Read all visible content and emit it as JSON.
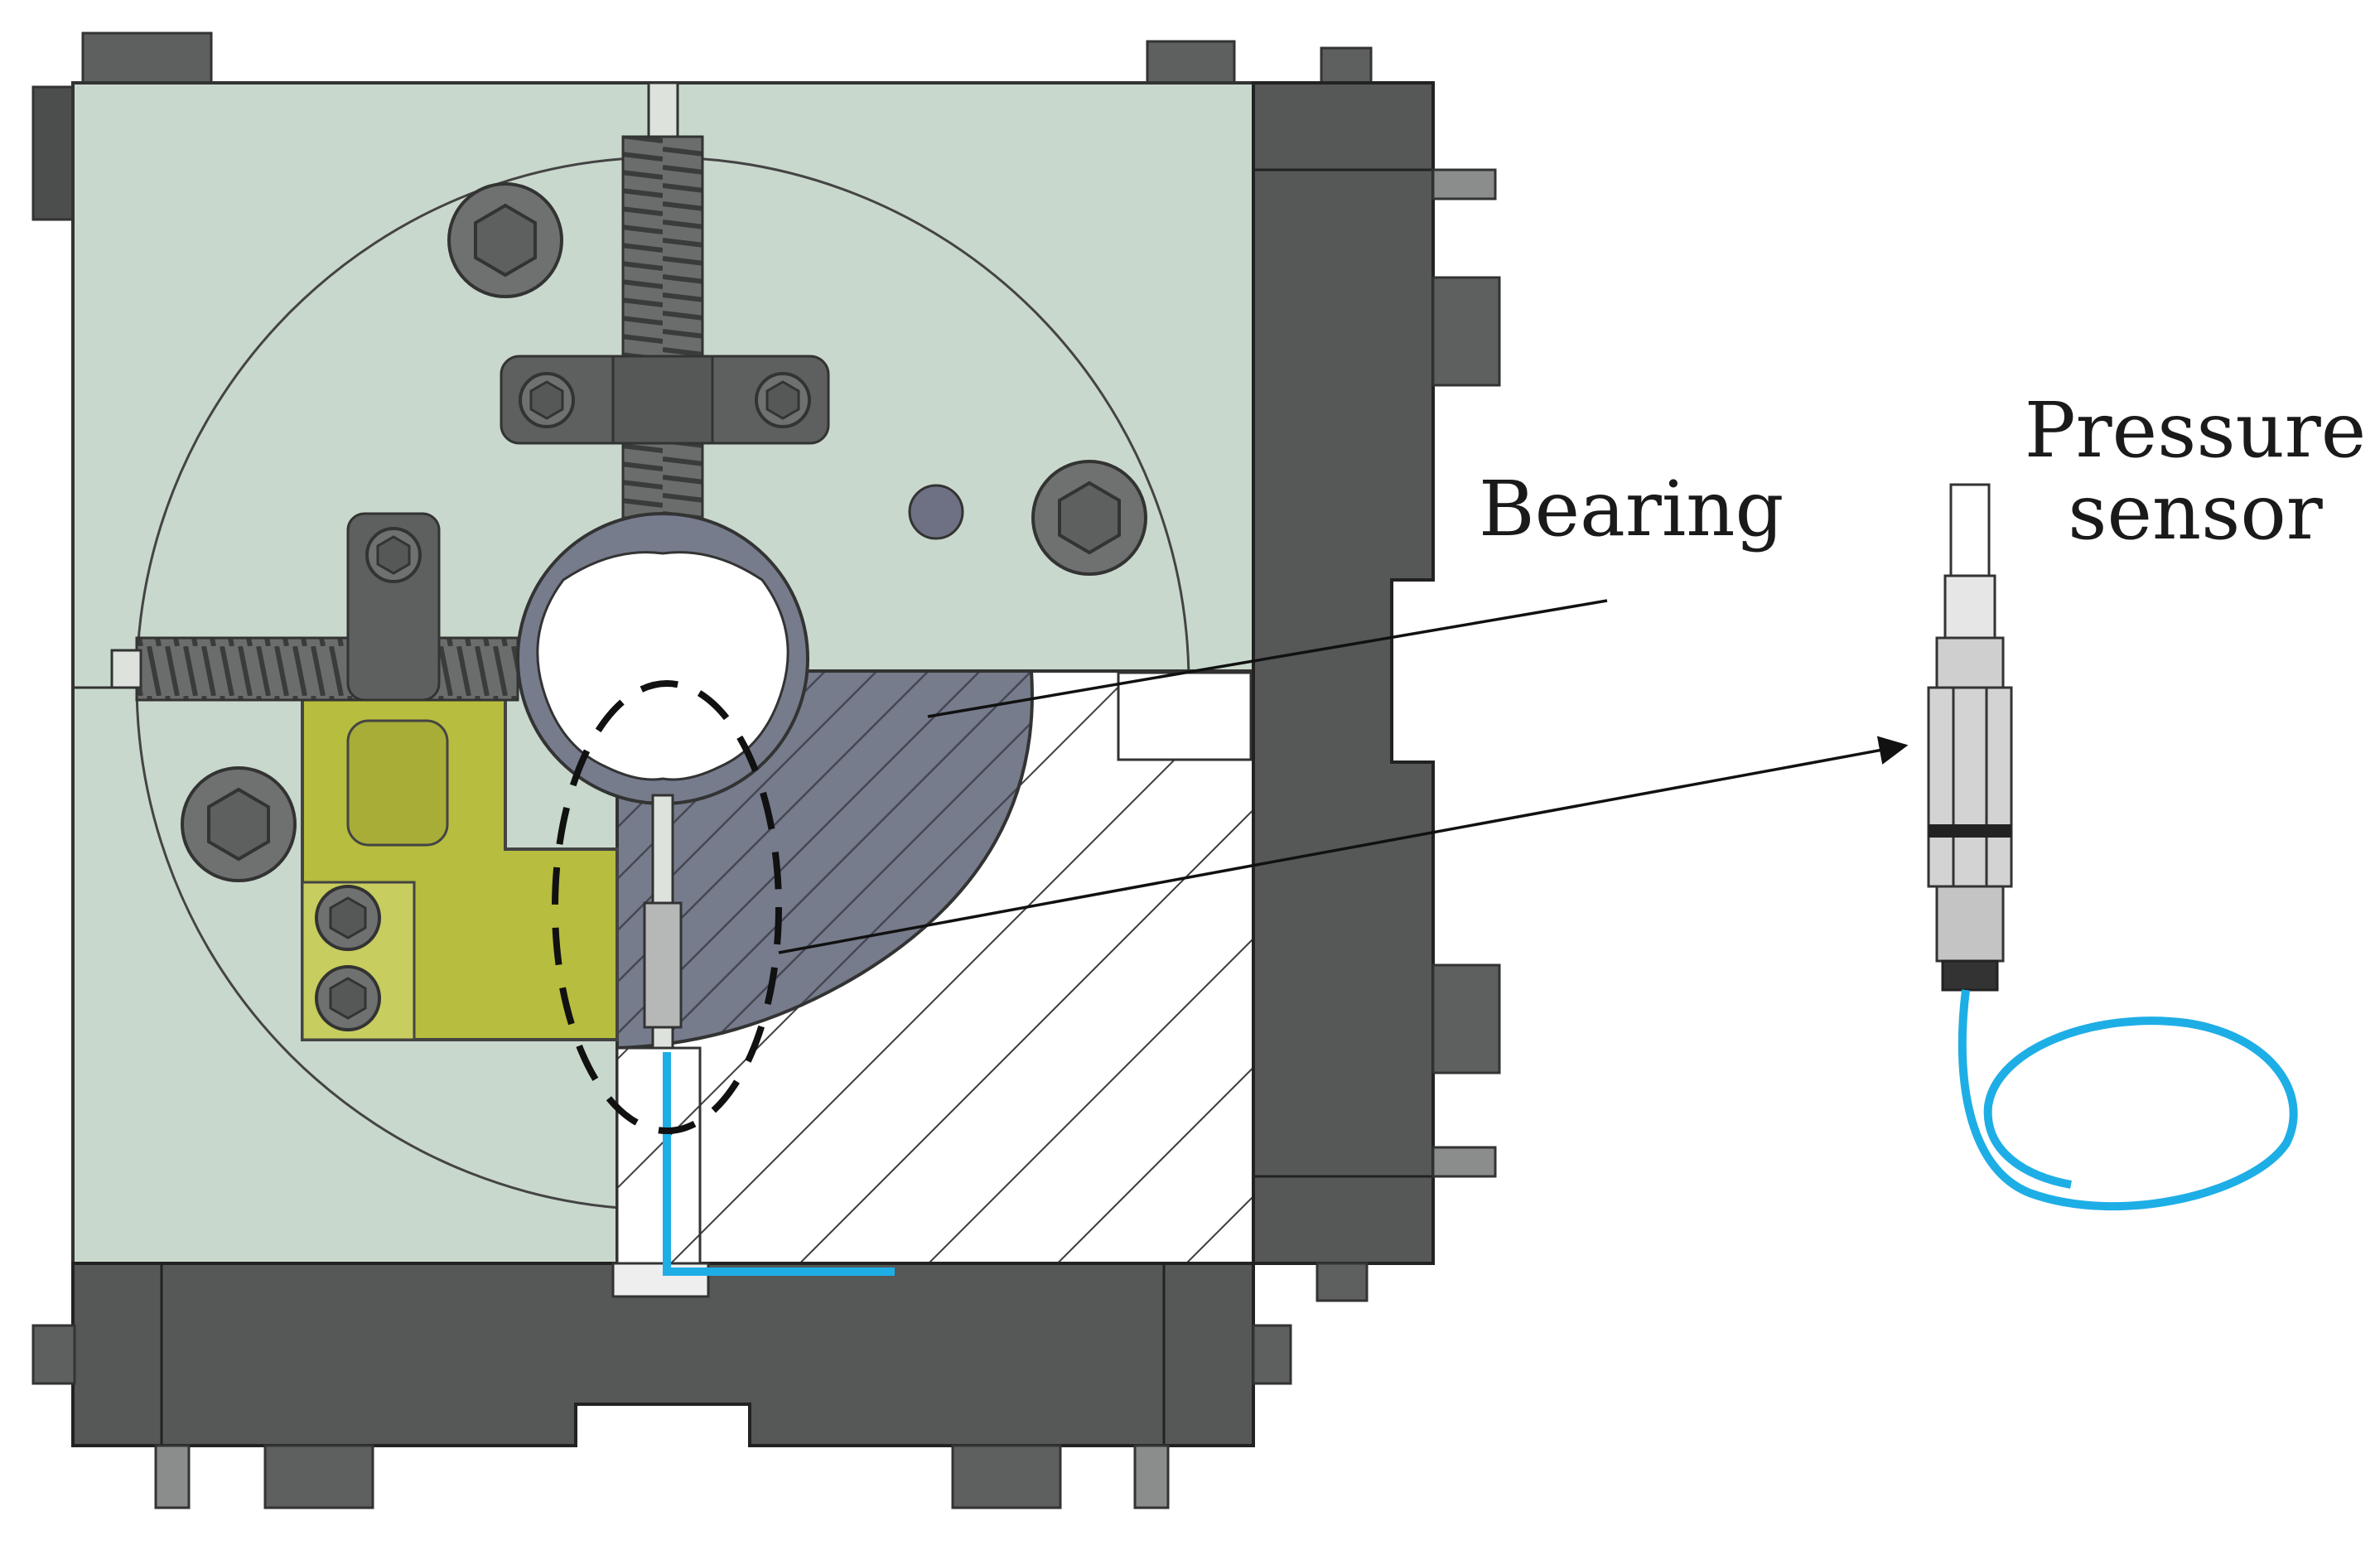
{
  "labels": {
    "bearing": "Bearing",
    "pressure_sensor_line1": "Pressure",
    "pressure_sensor_line2": "sensor"
  },
  "colors": {
    "plate_green": "#c9d8cc",
    "frame_dark": "#555857",
    "bearing_gray": "#767c8c",
    "clamp_yellow": "#b7bd3e",
    "cable_blue": "#1eaee6",
    "hatch_line": "#3d3d3d"
  },
  "icons": [
    "hex-bolt-icon",
    "spring-icon",
    "pressure-sensor-icon",
    "arrow-icon"
  ]
}
